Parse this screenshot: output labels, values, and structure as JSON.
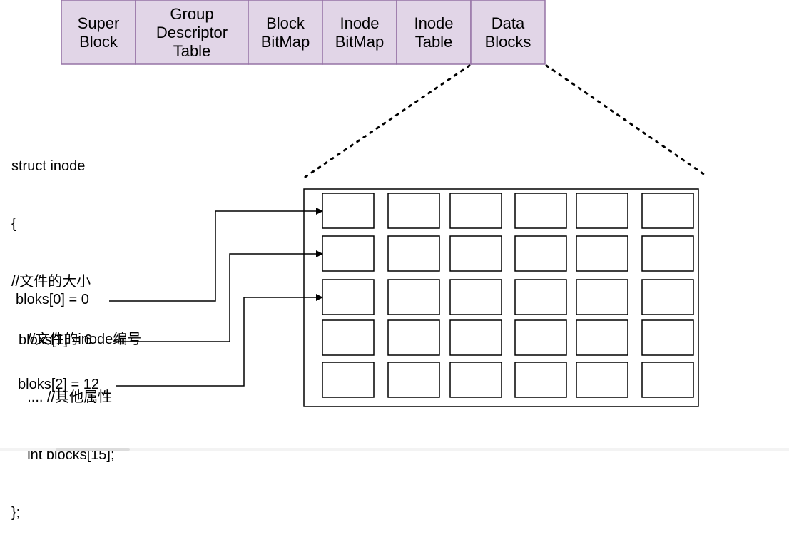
{
  "colors": {
    "segment_fill": "#e1d5e7",
    "segment_stroke": "#9673a6",
    "line": "#000000",
    "background": "#ffffff"
  },
  "segments": [
    {
      "lines": [
        "Super",
        "Block"
      ]
    },
    {
      "lines": [
        "Group",
        "Descriptor",
        "Table"
      ]
    },
    {
      "lines": [
        "Block",
        "BitMap"
      ]
    },
    {
      "lines": [
        "Inode",
        "BitMap"
      ]
    },
    {
      "lines": [
        "Inode",
        "Table"
      ]
    },
    {
      "lines": [
        "Data",
        "Blocks"
      ]
    }
  ],
  "code_lines": [
    "struct inode",
    "{",
    "//文件的大小",
    "    //文件的inode编号",
    "    .... //其他属性",
    "    int blocks[15];",
    "};"
  ],
  "pointers": [
    {
      "label": "bloks[0] = 0",
      "target_row": 0
    },
    {
      "label": "bloks[1] = 6",
      "target_row": 1
    },
    {
      "label": "bloks[2] = 12",
      "target_row": 2
    }
  ],
  "grid": {
    "rows": 5,
    "cols": 6
  }
}
